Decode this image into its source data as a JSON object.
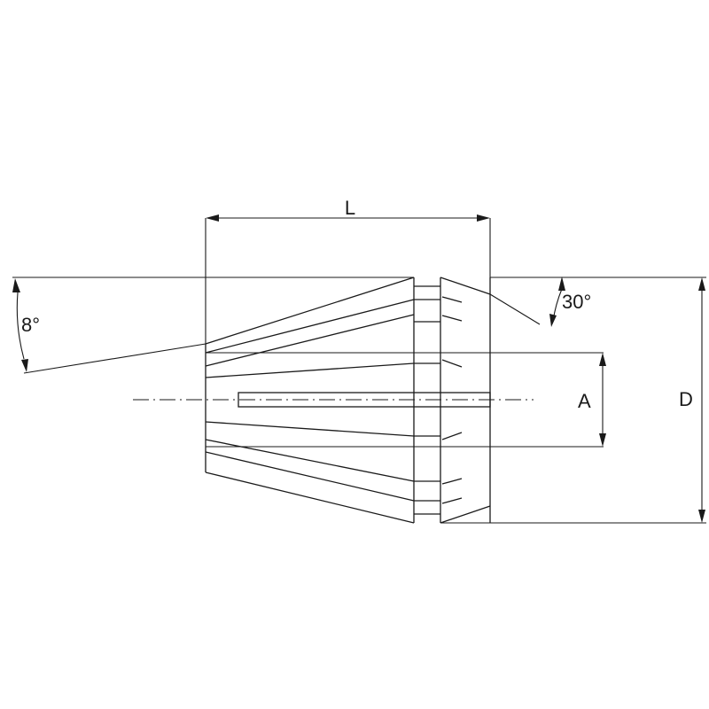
{
  "labels": {
    "length": "L",
    "taper_angle": "8°",
    "front_angle": "30°",
    "bore": "A",
    "diameter": "D"
  },
  "colors": {
    "line": "#1a1a1a",
    "background": "#ffffff"
  }
}
